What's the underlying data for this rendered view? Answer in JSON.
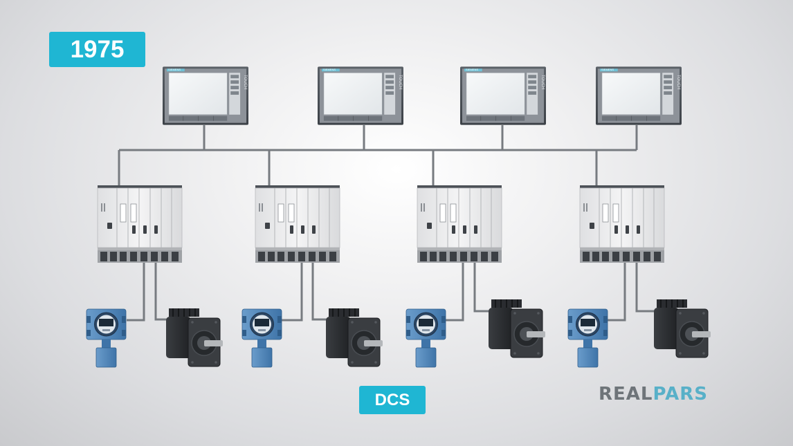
{
  "year": "1975",
  "system_label": "DCS",
  "logo": {
    "part1": "REAL",
    "part2": "PARS"
  },
  "hmi_brand": "SIEMENS",
  "hmi_side_text": "TOUCH",
  "hmi_count": 4,
  "controller_count": 4,
  "colors": {
    "accent": "#1fb6d3",
    "cable": "#777b80",
    "hmi_frame": "#4b5158",
    "hmi_screen": "#eef1f3",
    "controller_body": "#ebecee",
    "motor": "#2b2e31",
    "transmitter": "#4f86b8",
    "logo_grey": "#6e7479",
    "logo_blue": "#58b0c8"
  }
}
